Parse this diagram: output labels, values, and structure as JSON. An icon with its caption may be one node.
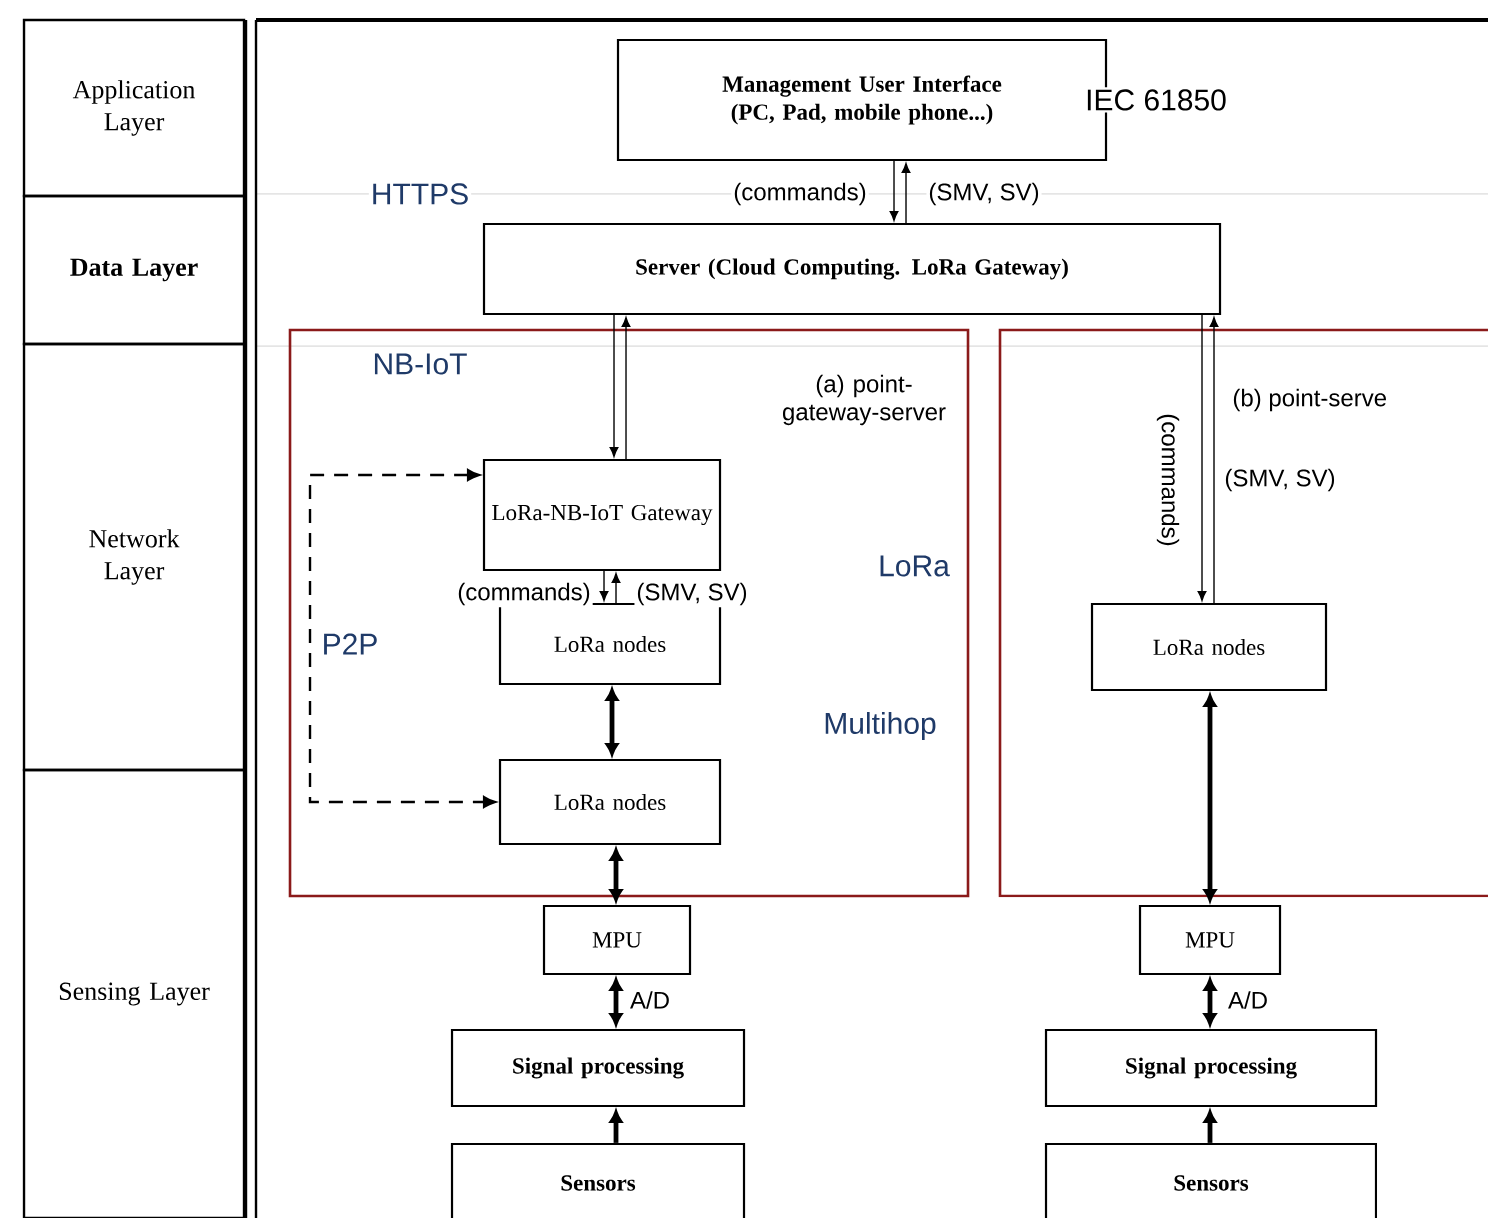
{
  "diagram": {
    "nodes": [
      {
        "text": [
          "Application Layer"
        ]
      },
      {
        "text": [
          "Data Layer"
        ]
      },
      {
        "text": [
          "Network Layer"
        ]
      },
      {
        "text": [
          "Sensing Layer"
        ]
      },
      {
        "text": [
          "Management User Interface (PC, Pad, mobile phone...)"
        ]
      },
      {
        "text": [
          "Server (Cloud Computing. LoRa Gateway)"
        ]
      },
      {
        "text": [
          "(a) point-gateway-server"
        ]
      },
      {
        "text": [
          "LoRa-NB-IoT Gateway"
        ],
        "in": 6
      },
      {
        "text": [
          "LoRa nodes"
        ],
        "in": 6
      },
      {
        "text": [
          "LoRa nodes"
        ],
        "in": 6
      },
      {
        "text": [
          "(b) point-serve"
        ]
      },
      {
        "text": [
          "LoRa nodes"
        ],
        "in": 10
      },
      {
        "text": [
          "MPU"
        ]
      },
      {
        "text": [
          "Signal processing"
        ]
      },
      {
        "text": [
          "Sensors"
        ]
      },
      {
        "text": [
          "MPU"
        ]
      },
      {
        "text": [
          "Signal processing"
        ]
      },
      {
        "text": [
          "Sensors"
        ]
      }
    ],
    "edges": [
      {
        "from": 4,
        "to": 5,
        "arrow": "to",
        "label": "(commands)"
      },
      {
        "from": 5,
        "to": 4,
        "arrow": "to",
        "label": "(SMV, SV)"
      },
      {
        "from": 5,
        "to": 7,
        "arrow": "to"
      },
      {
        "from": 7,
        "to": 5,
        "arrow": "to"
      },
      {
        "from": 7,
        "to": 8,
        "arrow": "to",
        "label": "(commands)"
      },
      {
        "from": 8,
        "to": 7,
        "arrow": "to",
        "label": "(SMV, SV)"
      },
      {
        "from": 8,
        "to": 9,
        "arrow": "both",
        "style": "thick"
      },
      {
        "from": 7,
        "to": 9,
        "arrow": "both",
        "style": "dashed",
        "label": "P2P"
      },
      {
        "from": 9,
        "to": 12,
        "arrow": "both",
        "style": "thick"
      },
      {
        "from": 12,
        "to": 13,
        "arrow": "both",
        "style": "thick",
        "label": "A/D"
      },
      {
        "from": 14,
        "to": 13,
        "arrow": "to",
        "style": "thick"
      },
      {
        "from": 5,
        "to": 11,
        "arrow": "to",
        "label": "(commands)"
      },
      {
        "from": 11,
        "to": 5,
        "arrow": "to",
        "label": "(SMV, SV)"
      },
      {
        "from": 11,
        "to": 15,
        "arrow": "both",
        "style": "thick"
      },
      {
        "from": 15,
        "to": 16,
        "arrow": "both",
        "style": "thick",
        "label": "A/D"
      },
      {
        "from": 17,
        "to": 16,
        "arrow": "to",
        "style": "thick"
      }
    ],
    "labels": [
      "IEC 61850",
      "HTTPS",
      "NB-IoT",
      "LoRa",
      "Multihop"
    ]
  }
}
